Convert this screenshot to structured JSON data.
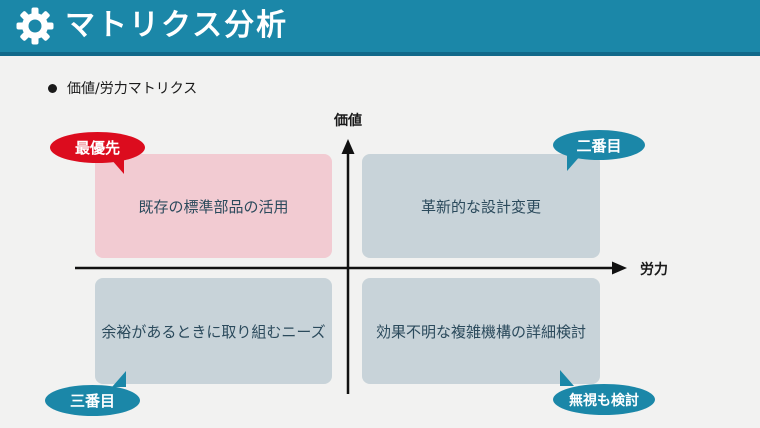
{
  "header": {
    "title": "マトリクス分析",
    "icon": "gear-icon"
  },
  "subtitle": {
    "label": "価値/労力マトリクス"
  },
  "chart_data": {
    "type": "quadrant-matrix",
    "title": "価値/労力マトリクス",
    "x_axis_label": "労力",
    "y_axis_label": "価値",
    "quadrants": [
      {
        "position": "top-left",
        "value": "high",
        "effort": "low",
        "label": "既存の標準部品の活用",
        "priority_badge": "最優先",
        "highlighted": true
      },
      {
        "position": "top-right",
        "value": "high",
        "effort": "high",
        "label": "革新的な設計変更",
        "priority_badge": "二番目",
        "highlighted": false
      },
      {
        "position": "bottom-left",
        "value": "low",
        "effort": "low",
        "label": "余裕があるときに取り組むニーズ",
        "priority_badge": "三番目",
        "highlighted": false
      },
      {
        "position": "bottom-right",
        "value": "low",
        "effort": "high",
        "label": "効果不明な複雑機構の詳細検討",
        "priority_badge": "無視も検討",
        "highlighted": false
      }
    ]
  },
  "colors": {
    "header_bg": "#1B87A8",
    "header_border": "#11698A",
    "page_bg": "#F2F2F1",
    "highlight_box": "#F2CBD2",
    "normal_box": "#C8D3D9",
    "box_text": "#2B4A5C",
    "badge_red": "#DC0C1E",
    "badge_teal": "#1B87A8",
    "axis_color": "#111111"
  }
}
